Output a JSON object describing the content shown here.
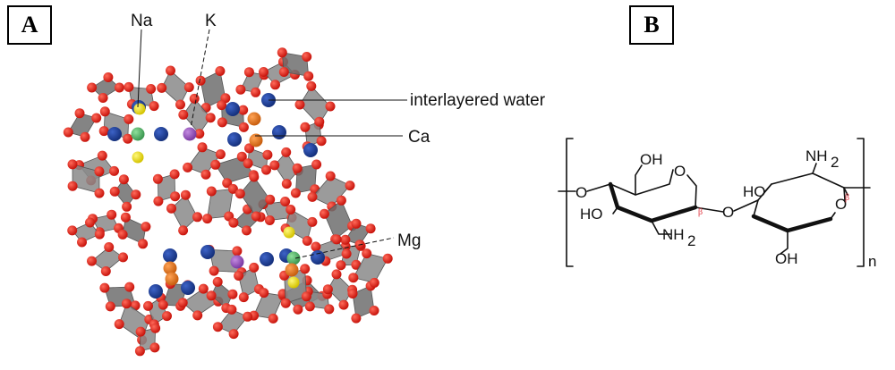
{
  "panels": {
    "a": "A",
    "b": "B"
  },
  "zeolite": {
    "labels": {
      "na": "Na",
      "k": "K",
      "water": "interlayered water",
      "ca": "Ca",
      "mg": "Mg"
    },
    "colors": {
      "oxygen": "#e2231a",
      "tetrahedron": "#7f7f7f",
      "water": "#1f3f9a",
      "na": "#f5e400",
      "k": "#9b59c4",
      "ca": "#e8761c",
      "mg": "#56b86a"
    }
  },
  "chitosan": {
    "oh_top": "OH",
    "o_link_left": "O",
    "ho_left": "HO",
    "nh2_bottom": "NH",
    "nh2_sub": "2",
    "o_ring_left": "O",
    "beta_left": "β",
    "o_bridge": "O",
    "ho_right": "HO",
    "nh2_top": "NH",
    "nh2_top_sub": "2",
    "o_ring_right": "O",
    "beta_right": "β",
    "oh_bottom": "OH",
    "repeat": "n"
  }
}
